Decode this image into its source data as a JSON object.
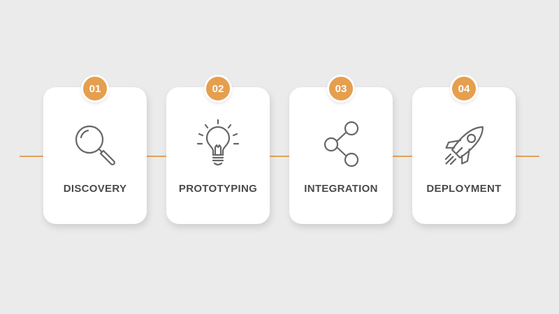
{
  "colors": {
    "accent": "#e59f4e",
    "connector": "#e2a457",
    "icon_stroke": "#666666",
    "text": "#4a4a4a",
    "background": "#ebebeb",
    "card": "#ffffff"
  },
  "steps": [
    {
      "number": "01",
      "label": "DISCOVERY",
      "icon": "magnifying-glass-icon"
    },
    {
      "number": "02",
      "label": "PROTOTYPING",
      "icon": "lightbulb-icon"
    },
    {
      "number": "03",
      "label": "INTEGRATION",
      "icon": "share-icon"
    },
    {
      "number": "04",
      "label": "DEPLOYMENT",
      "icon": "rocket-icon"
    }
  ]
}
